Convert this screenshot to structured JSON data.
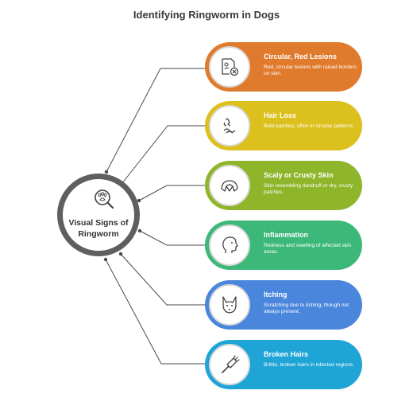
{
  "diagram": {
    "title": "Identifying Ringworm in Dogs",
    "hub": {
      "label": "Visual Signs of Ringworm",
      "icon": "paw-magnifier-icon",
      "color": "#5f5f5f"
    },
    "line_color": "#4a4a4a",
    "items": [
      {
        "title": "Circular, Red Lesions",
        "description": "Red, circular lesions with raised borders on skin.",
        "color": "#e07a2c",
        "icon": "skin-lesion-icon"
      },
      {
        "title": "Hair Loss",
        "description": "Bald patches, often in circular patterns.",
        "color": "#dcc01e",
        "icon": "hair-loss-icon"
      },
      {
        "title": "Scaly or Crusty Skin",
        "description": "Skin resembling dandruff or dry, crusty patches.",
        "color": "#8fb52b",
        "icon": "croissant-icon"
      },
      {
        "title": "Inflammation",
        "description": "Redness and swelling of affected skin areas.",
        "color": "#3cb878",
        "icon": "face-profile-icon"
      },
      {
        "title": "Itching",
        "description": "Scratching due to itching, though not always present.",
        "color": "#4a86dc",
        "icon": "dog-head-icon"
      },
      {
        "title": "Broken Hairs",
        "description": "Brittle, broken hairs in infected regions.",
        "color": "#1fa4d6",
        "icon": "hair-comb-icon"
      }
    ]
  }
}
